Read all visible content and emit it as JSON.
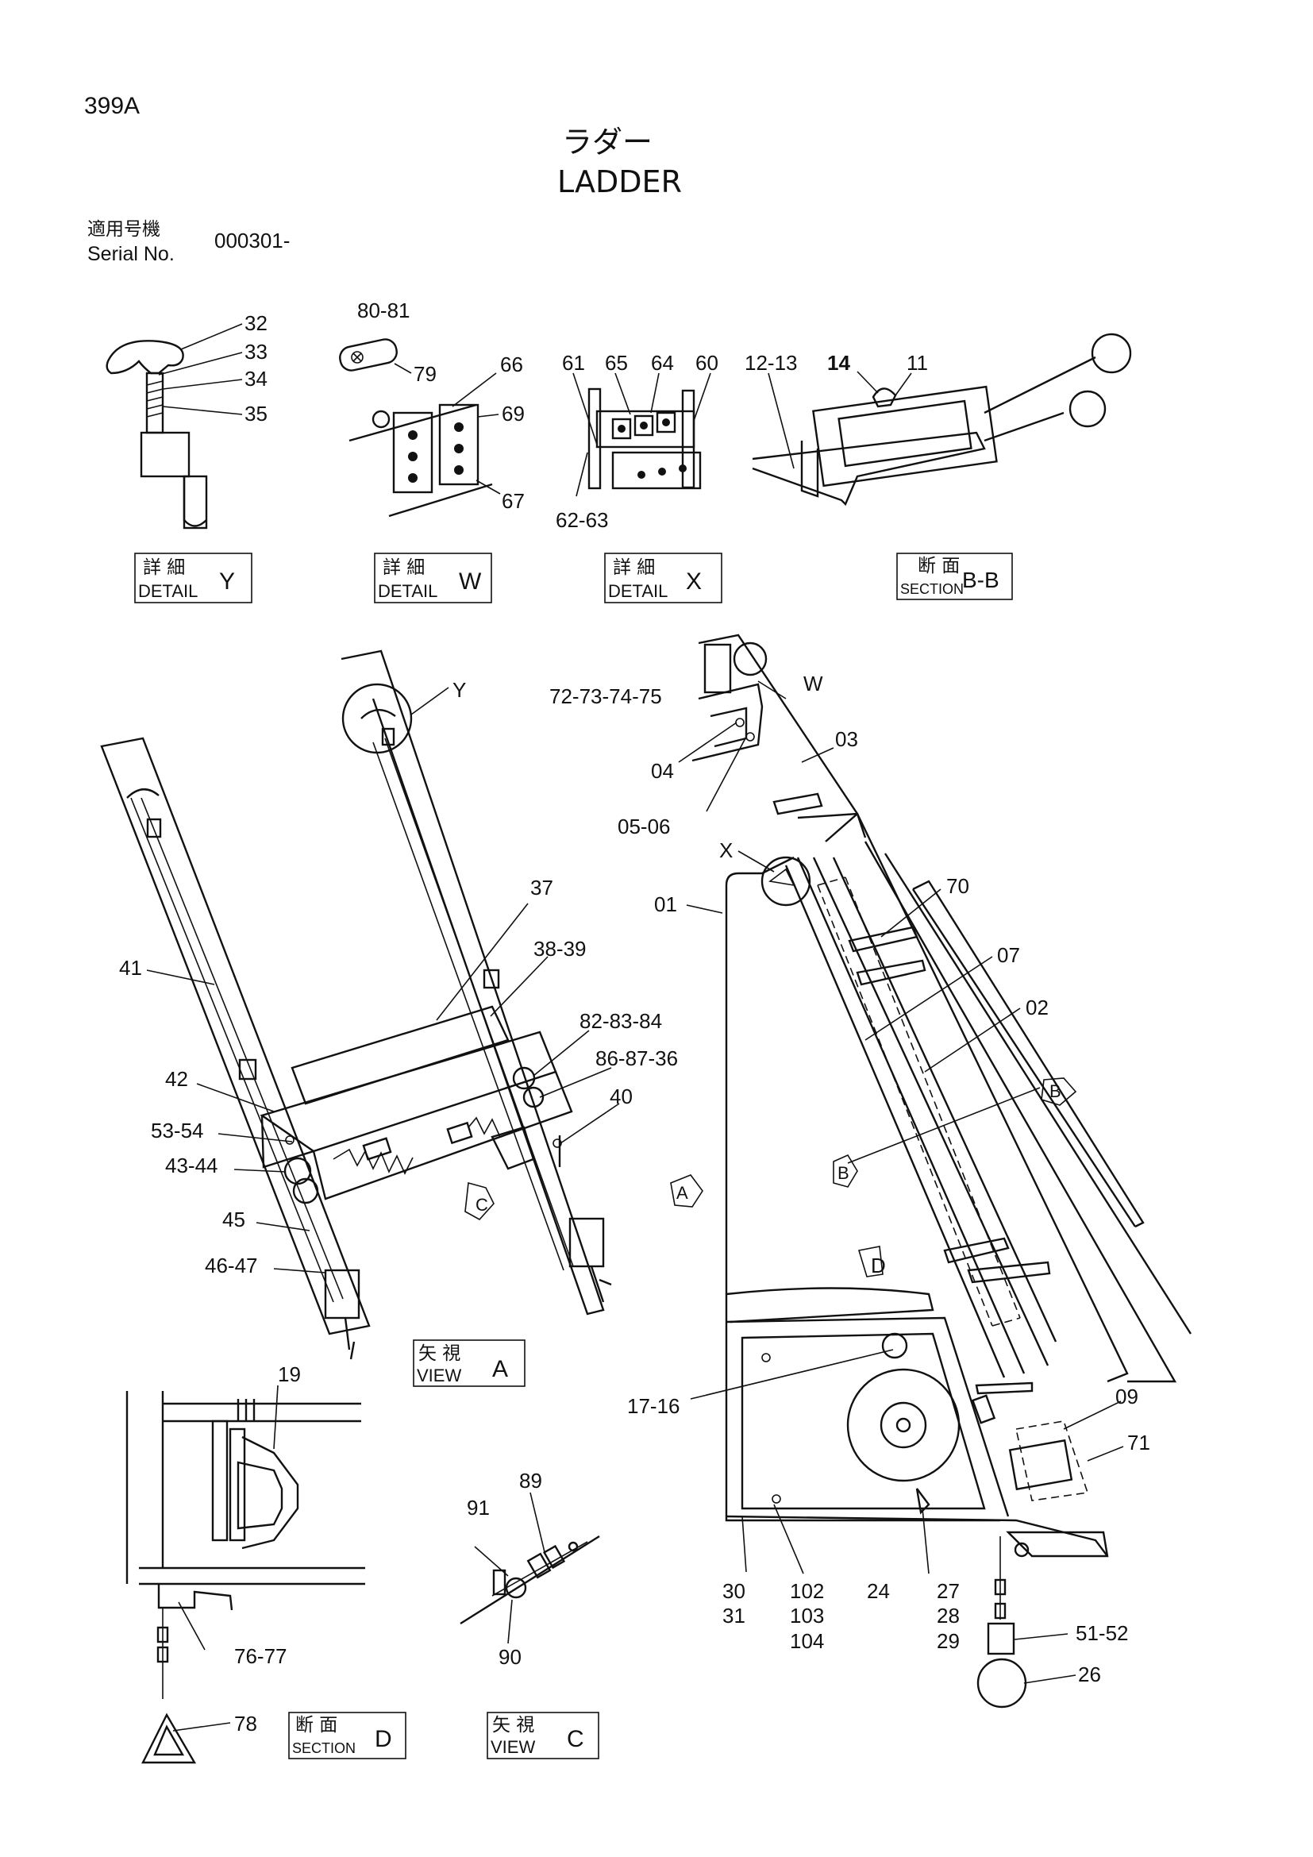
{
  "header": {
    "page_code": "399A",
    "title_jp": "ラダー",
    "title_en": "LADDER",
    "serial_label_jp": "適用号機",
    "serial_label_en": "Serial No.",
    "serial_value": "000301-"
  },
  "views": [
    {
      "jp": "詳 細",
      "en": "DETAIL",
      "id": "Y"
    },
    {
      "jp": "詳 細",
      "en": "DETAIL",
      "id": "W"
    },
    {
      "jp": "詳 細",
      "en": "DETAIL",
      "id": "X"
    },
    {
      "jp": "断 面",
      "en": "SECTION",
      "id": "B-B"
    },
    {
      "jp": "矢 視",
      "en": "VIEW",
      "id": "A"
    },
    {
      "jp": "断 面",
      "en": "SECTION",
      "id": "D"
    },
    {
      "jp": "矢 視",
      "en": "VIEW",
      "id": "C"
    }
  ],
  "markers": {
    "a": "A",
    "b": "B",
    "c": "C",
    "d": "D",
    "w": "W",
    "x": "X",
    "y": "Y"
  },
  "callouts": {
    "detail_y": [
      "32",
      "33",
      "34",
      "35"
    ],
    "detail_w": [
      "80-81",
      "79",
      "66",
      "69",
      "67"
    ],
    "detail_x": [
      "61",
      "65",
      "64",
      "60",
      "62-63"
    ],
    "section_bb": [
      "12-13",
      "14",
      "11"
    ],
    "view_a": [
      "37",
      "38-39",
      "41",
      "82-83-84",
      "86-87-36",
      "42",
      "40",
      "53-54",
      "43-44",
      "45",
      "46-47"
    ],
    "main": [
      "72-73-74-75",
      "03",
      "04",
      "05-06",
      "01",
      "70",
      "07",
      "02",
      "17-16",
      "09",
      "71",
      "30",
      "31",
      "102",
      "103",
      "104",
      "24",
      "27",
      "28",
      "29",
      "51-52",
      "26"
    ],
    "section_d": [
      "19",
      "76-77",
      "78"
    ],
    "view_c": [
      "89",
      "91",
      "90"
    ]
  }
}
